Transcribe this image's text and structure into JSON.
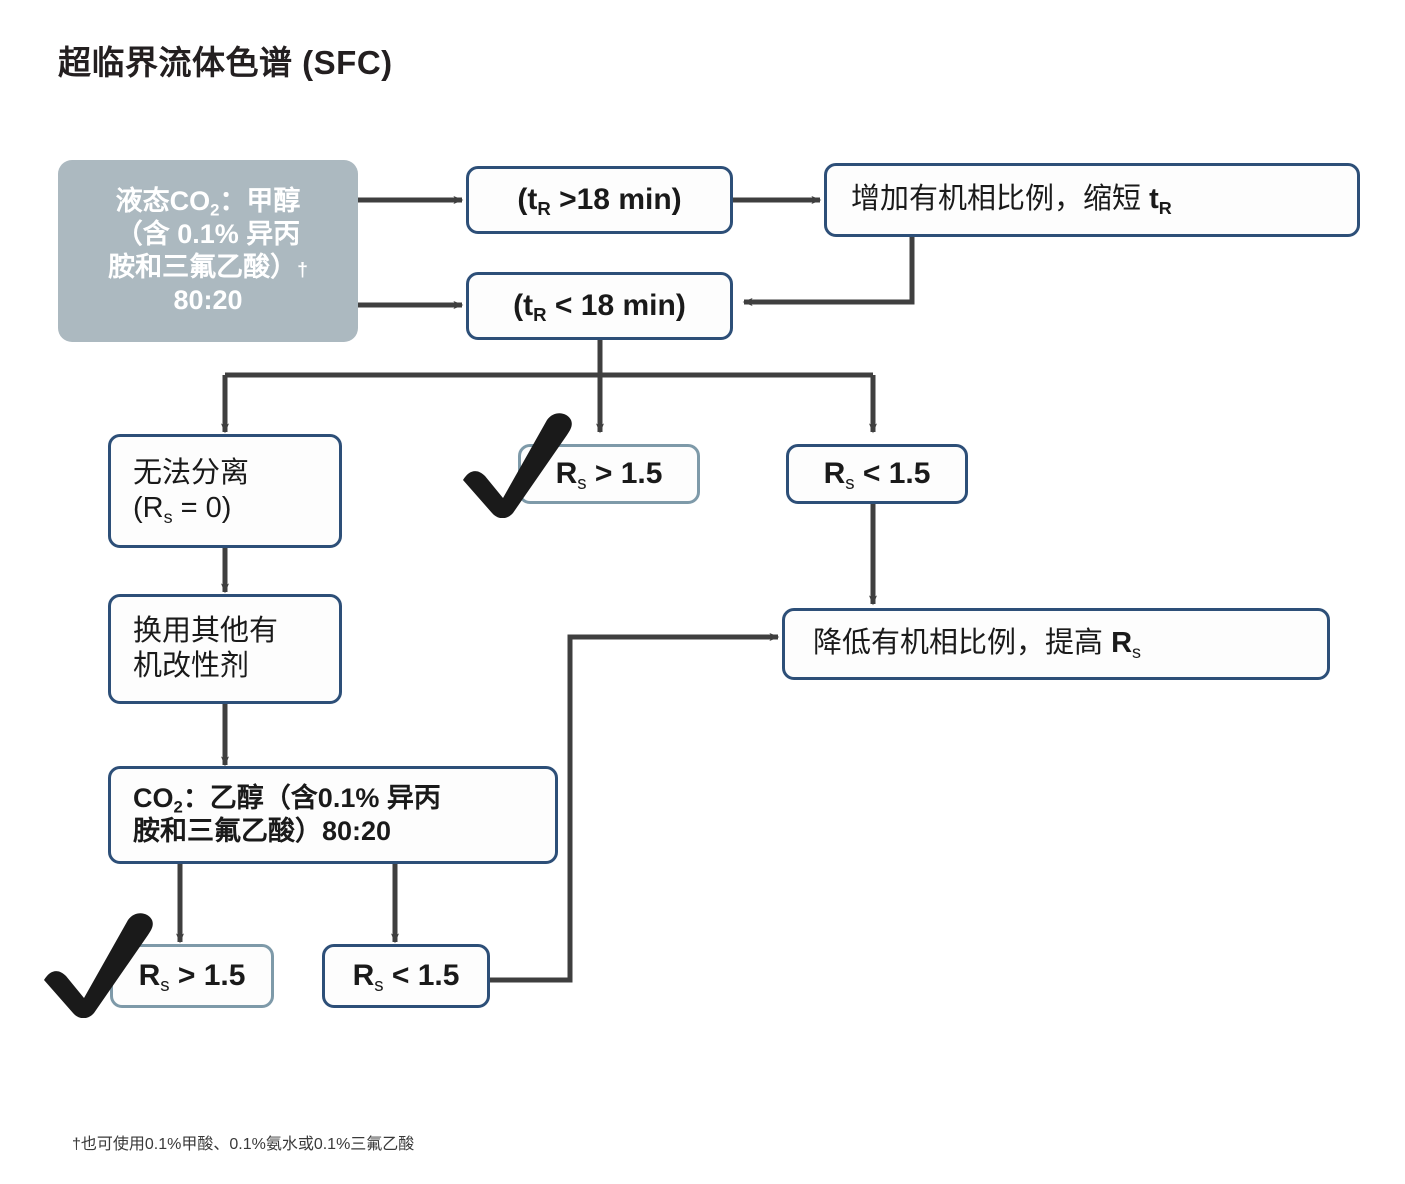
{
  "title": "超临界流体色谱 (SFC)",
  "footnote": "†也可使用0.1%甲酸、0.1%氨水或0.1%三氟乙酸",
  "colors": {
    "navy_border": "#2d4f78",
    "steel_border": "#7e9aa9",
    "gray_fill": "#acb9c0",
    "arrow": "#3f3f3f",
    "text": "#1a1a1a",
    "title": "#231f20"
  },
  "nodes": {
    "start_mobile_phase": {
      "line1": "液态CO",
      "line1_sub": "2",
      "line1_rest": "：甲醇",
      "line2": "（含 0.1% 异丙",
      "line3": "胺和三氟乙酸）",
      "line3_dagger": "†",
      "line4": "80:20"
    },
    "tr_long": {
      "pre": "(t",
      "sub": "R",
      "post": " >18 min)"
    },
    "tr_short": {
      "pre": "(t",
      "sub": "R",
      "post": " < 18 min)"
    },
    "increase_organic": {
      "pre": "增加有机相比例，缩短 ",
      "bold_pre": "t",
      "sub": "R"
    },
    "no_separation": {
      "line1": "无法分离",
      "line2_pre": "(R",
      "line2_sub": "s",
      "line2_post": " = 0)"
    },
    "change_modifier": {
      "line1": "换用其他有",
      "line2": "机改性剂"
    },
    "ethanol_mobile_phase": {
      "line1_pre": "CO",
      "line1_sub": "2",
      "line1_post": "：乙醇（含0.1% 异丙",
      "line2": "胺和三氟乙酸）80:20"
    },
    "rs_good_top": {
      "pre": "R",
      "sub": "s",
      "post": " > 1.5"
    },
    "rs_bad_top": {
      "pre": "R",
      "sub": "s",
      "post": " < 1.5"
    },
    "rs_good_bottom": {
      "pre": "R",
      "sub": "s",
      "post": " > 1.5"
    },
    "rs_bad_bottom": {
      "pre": "R",
      "sub": "s",
      "post": " < 1.5"
    },
    "decrease_organic": {
      "pre": "降低有机相比例，提高 ",
      "bold_pre": "R",
      "sub": "s"
    }
  },
  "markers": {
    "check_top": "✓",
    "check_bottom": "✓"
  }
}
